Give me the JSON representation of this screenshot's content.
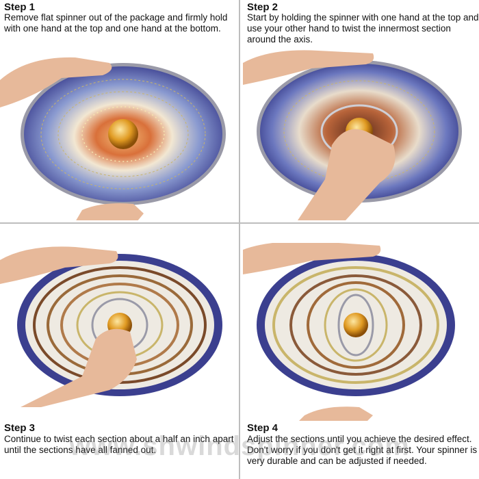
{
  "steps": [
    {
      "title": "Step 1",
      "text": "Remove flat spinner out of the package and firmly hold with one hand at the top and one hand at the bottom."
    },
    {
      "title": "Step 2",
      "text": "Start by holding the spinner with one hand at the top and use your other hand to twist the innermost section around the axis."
    },
    {
      "title": "Step 3",
      "text": "Continue to twist each section about a half an inch apart until the sections have all fanned out."
    },
    {
      "title": "Step 4",
      "text": "Adjust the sections until you achieve the desired effect. Don't worry if you don't get it right at first. Your spinner is very durable and can be adjusted if needed."
    }
  ],
  "watermark": "www.shwindspinner.com",
  "colors": {
    "outer_ring": "#3b3f8f",
    "inner_glow": "#d9703a",
    "ball": "#e09a22",
    "rim": "#9a9aa8",
    "skin": "#e7b99a"
  }
}
